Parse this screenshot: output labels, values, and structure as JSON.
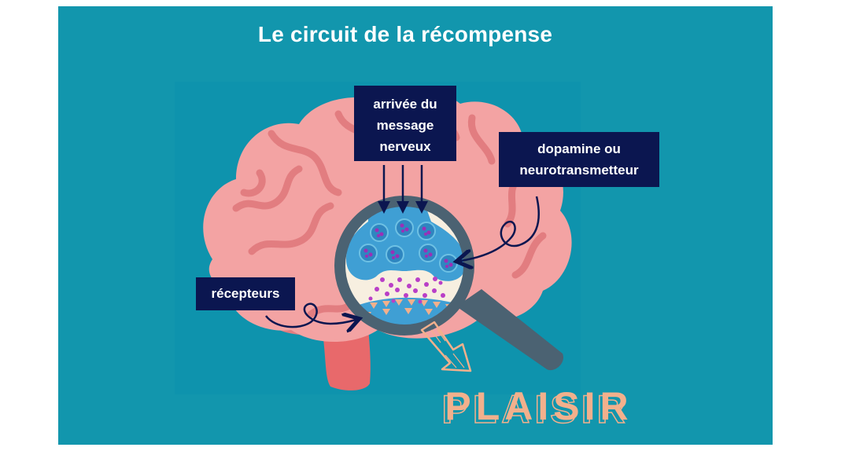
{
  "title": "Le circuit de la récompense",
  "labels": {
    "arrivee": [
      "arrivée du",
      "message",
      "nerveux"
    ],
    "dopamine": [
      "dopamine ou",
      "neurotransmetteur"
    ],
    "recepteurs": "récepteurs"
  },
  "result_word": "PLAISIR",
  "colors": {
    "panel": "#1296ad",
    "inner_bg": "#0e93ad",
    "brain": "#f3a3a3",
    "brain_fold": "#e27d80",
    "brain_stem": "#e8696b",
    "label_bg": "#0b1650",
    "neuron": "#3f9fd4",
    "vesicle": "#9b2fb7",
    "magnifier": "#4b6272",
    "plaisir": "#f2b08c"
  }
}
